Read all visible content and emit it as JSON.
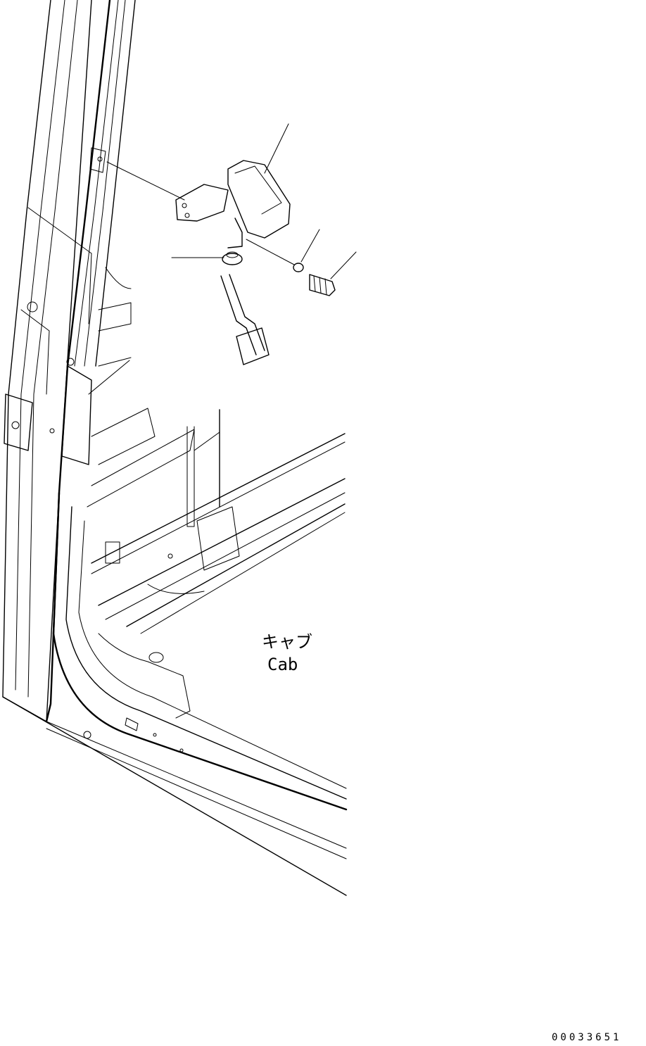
{
  "labels": {
    "cab_jp": "キャブ",
    "cab_en": "Cab"
  },
  "document_number": "00033651"
}
